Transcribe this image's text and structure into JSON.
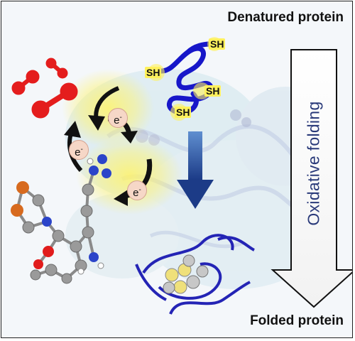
{
  "labels": {
    "denatured": "Denatured protein",
    "folded": "Folded protein",
    "process": "Oxidative folding",
    "thiol": "SH",
    "electron": "e",
    "electron_charge": "-"
  },
  "colors": {
    "protein_chain": "#1717c9",
    "oxygen": "#e41d1d",
    "thiol_highlight": "#fff15c",
    "glow": "#fff36a",
    "arrow_blue": "#2c4fa0",
    "side_arrow_text": "#2a3a7a"
  },
  "icons": {
    "electron_flow": "curved-arrow-icon",
    "oxygen": "dioxygen-molecule-icon",
    "catalyst": "ball-and-stick-molecule-icon"
  }
}
